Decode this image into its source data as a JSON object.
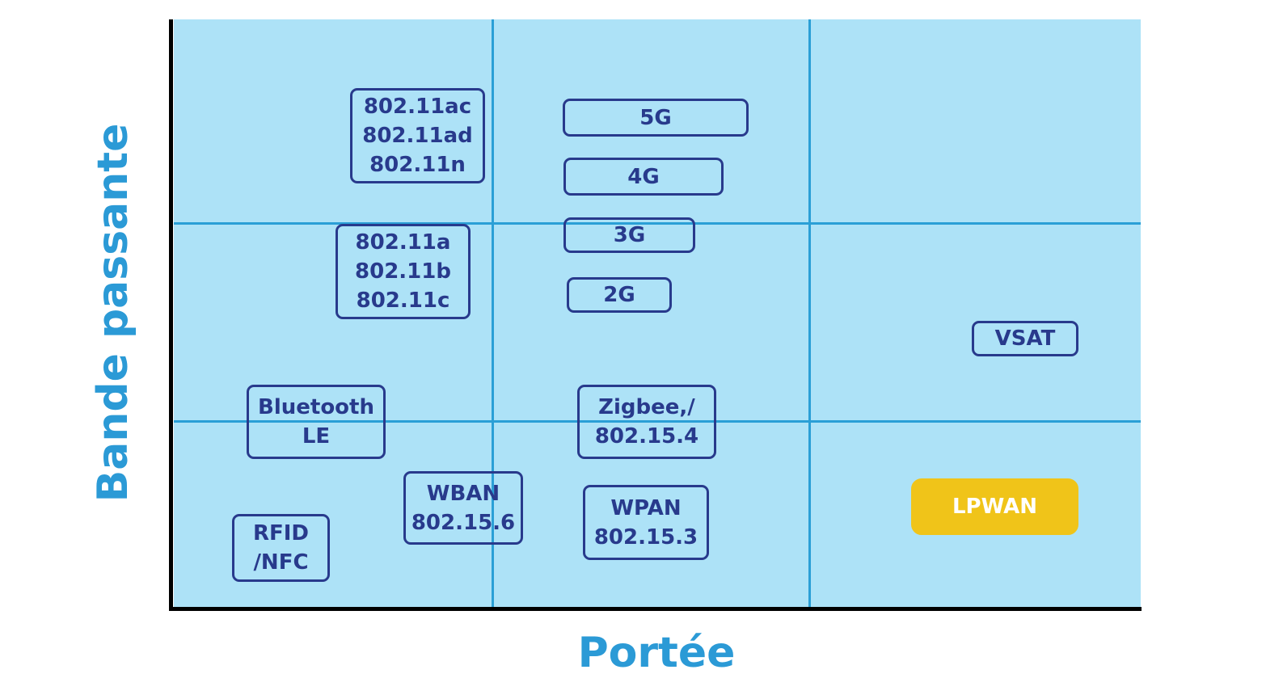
{
  "diagram": {
    "x_axis_label": "Portée",
    "y_axis_label": "Bande passante",
    "colors": {
      "plot_background": "#ade2f7",
      "grid_line": "#2a9fd6",
      "box_border": "#283a8c",
      "box_text": "#283a8c",
      "highlight_fill": "#f0c419",
      "axis_label": "#2b9ad6"
    },
    "technologies": [
      {
        "label": "802.11ac\n802.11ad\n802.11n"
      },
      {
        "label": "5G"
      },
      {
        "label": "4G"
      },
      {
        "label": "3G"
      },
      {
        "label": "2G"
      },
      {
        "label": "802.11a\n802.11b\n802.11c"
      },
      {
        "label": "VSAT"
      },
      {
        "label": "Bluetooth\nLE"
      },
      {
        "label": "Zigbee,/\n802.15.4"
      },
      {
        "label": "WBAN\n802.15.6"
      },
      {
        "label": "WPAN\n802.15.3"
      },
      {
        "label": "RFID\n/NFC"
      },
      {
        "label": "LPWAN",
        "highlighted": true
      }
    ]
  }
}
